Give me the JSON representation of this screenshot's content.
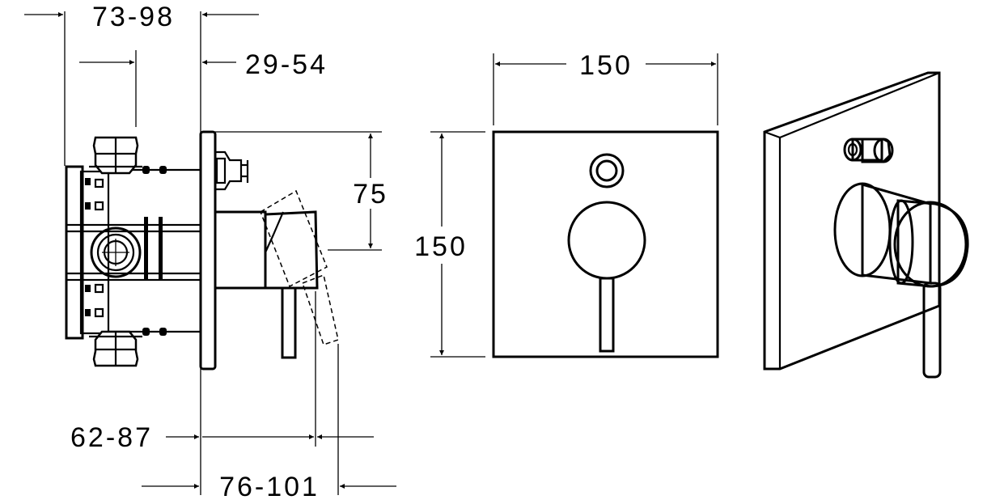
{
  "dimensions": {
    "top_depth": "73-98",
    "top_offset": "29-54",
    "handle_height": "75",
    "front_width": "150",
    "front_height": "150",
    "bottom_depth_a": "62-87",
    "bottom_depth_b": "76-101"
  }
}
